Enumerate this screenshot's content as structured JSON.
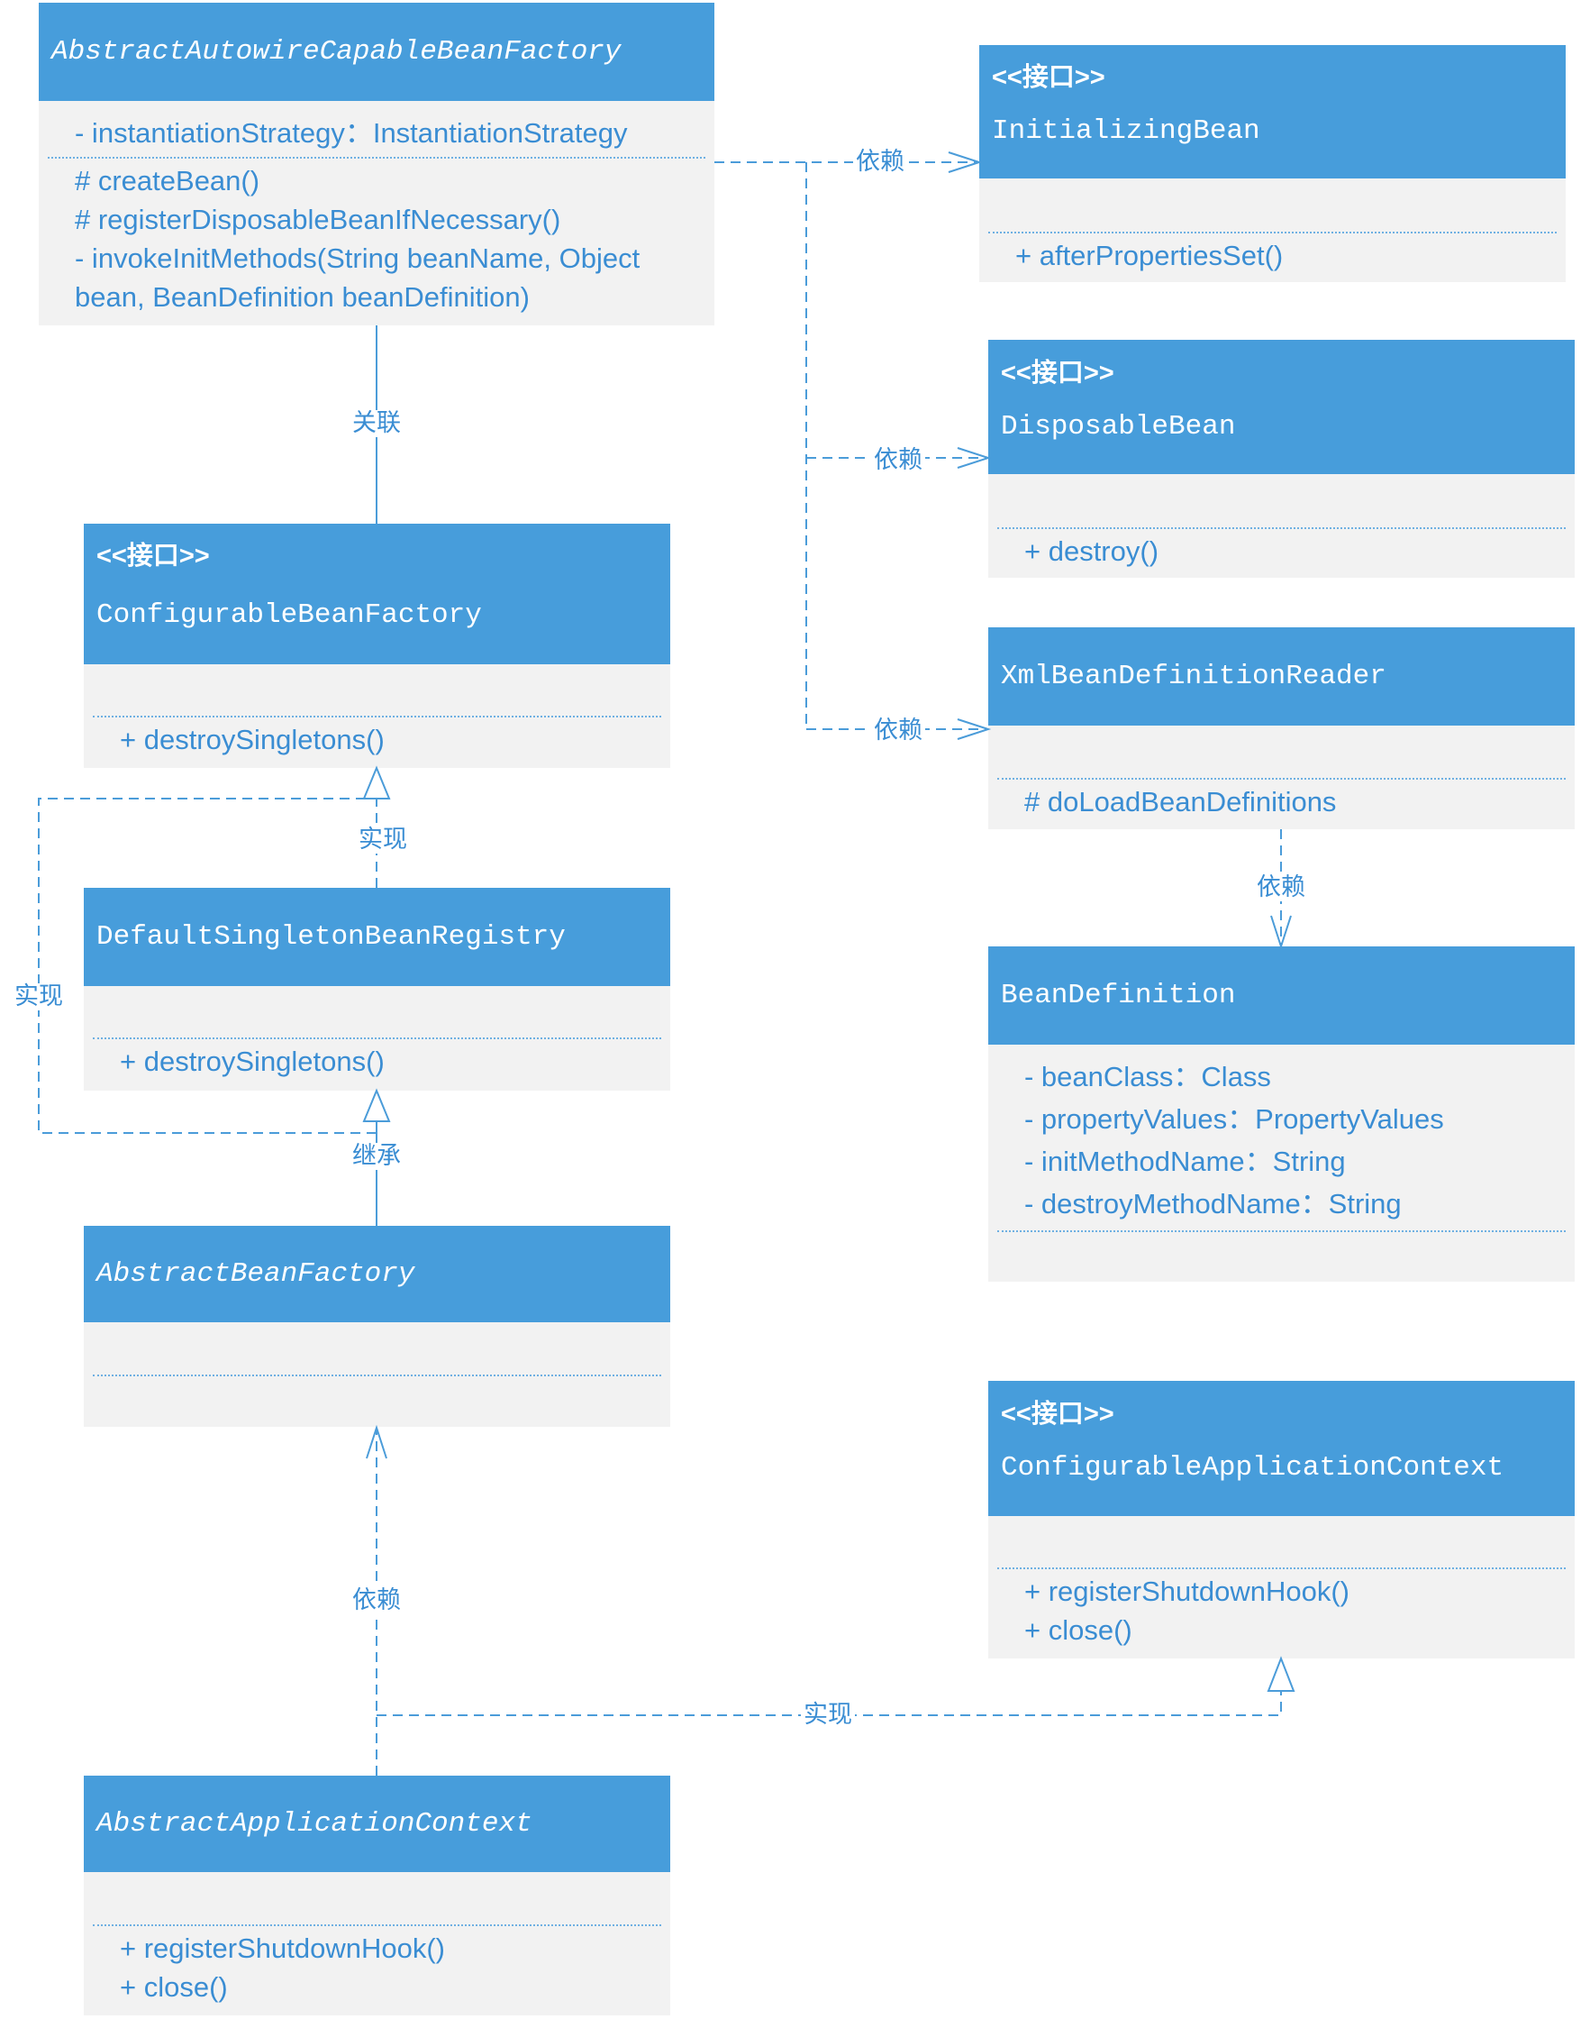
{
  "colors": {
    "header_background": "#479DDB",
    "header_text": "#FFFFFF",
    "body_background": "#F2F2F2",
    "member_text": "#3A8DD3",
    "connector": "#4B9CD9"
  },
  "classes": {
    "abstract_autowire_capable_bean_factory": {
      "name": "AbstractAutowireCapableBeanFactory",
      "abstract": true,
      "fields": [
        "- instantiationStrategy：InstantiationStrategy"
      ],
      "methods": [
        "# createBean()",
        "# registerDisposableBeanIfNecessary()",
        "- invokeInitMethods(String beanName, Object bean, BeanDefinition beanDefinition)"
      ]
    },
    "initializing_bean": {
      "stereotype": "<<接口>>",
      "name": "InitializingBean",
      "methods": [
        "+ afterPropertiesSet()"
      ]
    },
    "disposable_bean": {
      "stereotype": "<<接口>>",
      "name": "DisposableBean",
      "methods": [
        "+ destroy()"
      ]
    },
    "xml_bean_definition_reader": {
      "name": "XmlBeanDefinitionReader",
      "methods": [
        "# doLoadBeanDefinitions"
      ]
    },
    "bean_definition": {
      "name": "BeanDefinition",
      "fields": [
        "- beanClass：Class",
        "- propertyValues：PropertyValues",
        "- initMethodName：String",
        "- destroyMethodName：String"
      ]
    },
    "configurable_application_context": {
      "stereotype": "<<接口>>",
      "name": "ConfigurableApplicationContext",
      "methods": [
        "+ registerShutdownHook()",
        "+ close()"
      ]
    },
    "configurable_bean_factory": {
      "stereotype": "<<接口>>",
      "name": "ConfigurableBeanFactory",
      "methods": [
        "+ destroySingletons()"
      ]
    },
    "default_singleton_bean_registry": {
      "name": "DefaultSingletonBeanRegistry",
      "methods": [
        "+ destroySingletons()"
      ]
    },
    "abstract_bean_factory": {
      "name": "AbstractBeanFactory",
      "abstract": true
    },
    "abstract_application_context": {
      "name": "AbstractApplicationContext",
      "abstract": true,
      "methods": [
        "+ registerShutdownHook()",
        "+ close()"
      ]
    }
  },
  "relations": {
    "autowire_factory_to_configurable_bean_factory": "关联",
    "autowire_factory_to_initializing_bean": "依赖",
    "autowire_factory_to_disposable_bean": "依赖",
    "autowire_factory_to_xml_reader": "依赖",
    "xml_reader_to_bean_definition": "依赖",
    "singleton_registry_to_configurable_bean_factory": "实现",
    "bean_factory_to_configurable_bean_factory": "实现",
    "bean_factory_to_singleton_registry": "继承",
    "application_context_to_bean_factory": "依赖",
    "application_context_to_configurable_application_context": "实现"
  }
}
